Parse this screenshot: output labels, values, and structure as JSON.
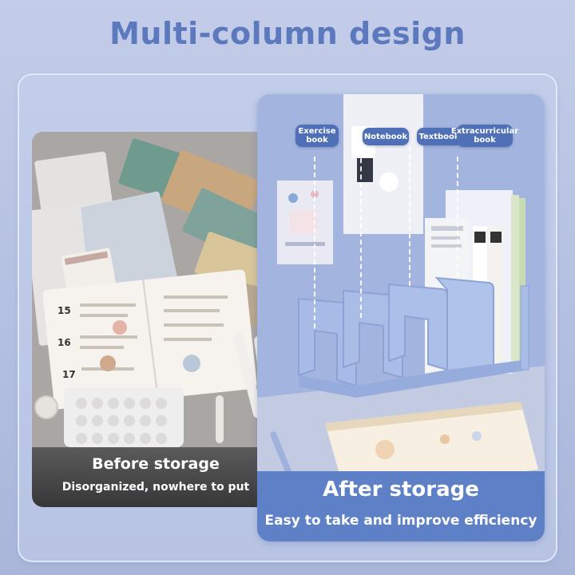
{
  "headline": "Multi-column design",
  "before": {
    "title": "Before storage",
    "subtitle": "Disorganized, nowhere to put"
  },
  "after": {
    "title": "After storage",
    "subtitle": "Easy to take and improve efficiency",
    "labels": [
      "Exercise book",
      "Notebook",
      "Textbook",
      "Extracurricular book"
    ]
  },
  "colors": {
    "headline": "#5d79bd",
    "label_bg": "#4f6fb6",
    "after_caption_bg": "#5e80c7",
    "organizer": "#a7bbe6"
  }
}
